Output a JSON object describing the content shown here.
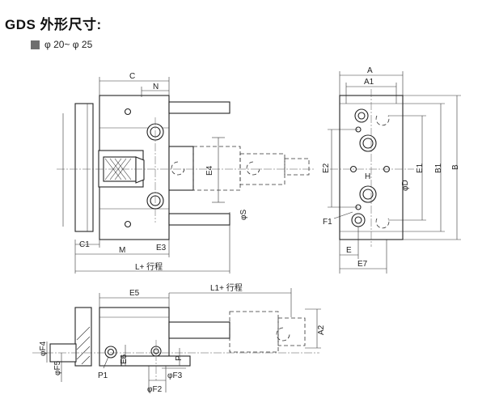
{
  "header": {
    "title": "GDS 外形尺寸:",
    "size_range": "φ 20~ φ 25",
    "swatch_color": "#6e6e6e"
  },
  "labels": {
    "C": "C",
    "N": "N",
    "E4": "E4",
    "phiS": "φS",
    "C1": "C1",
    "M": "M",
    "E3": "E3",
    "L": "L+ 行程",
    "A": "A",
    "A1": "A1",
    "E2": "E2",
    "H": "H",
    "phiD": "φD",
    "E1": "E1",
    "B1": "B1",
    "B": "B",
    "F1": "F1",
    "E": "E",
    "E7": "E7",
    "E5": "E5",
    "L1": "L1+ 行程",
    "A2": "A2",
    "phiF4": "φF4",
    "phiF5": "φF5",
    "E6": "E6",
    "P1": "P1",
    "P": "P",
    "phiF3": "φF3",
    "phiF2": "φF2"
  }
}
